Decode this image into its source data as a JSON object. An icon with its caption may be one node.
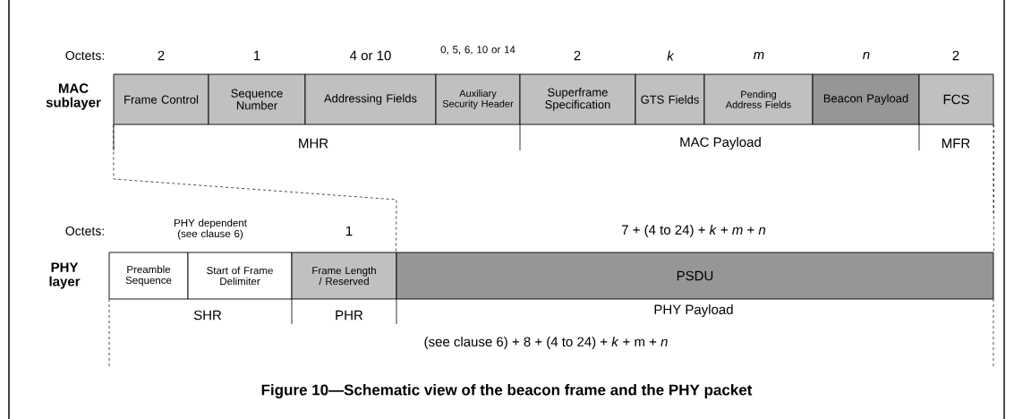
{
  "diagram": {
    "caption": "Figure 10—Schematic view of the beacon frame and the PHY packet",
    "nodes": [
      {
        "text": [
          "Frame Control"
        ]
      },
      {
        "text": [
          "Sequence Number"
        ]
      },
      {
        "text": [
          "Addressing Fields"
        ]
      },
      {
        "text": [
          "Auxiliary Security Header"
        ]
      },
      {
        "text": [
          "Superframe Specification"
        ]
      },
      {
        "text": [
          "GTS Fields"
        ]
      },
      {
        "text": [
          "Pending Address Fields"
        ]
      },
      {
        "text": [
          "Beacon Payload"
        ]
      },
      {
        "text": [
          "FCS"
        ]
      },
      {
        "text": [
          "Preamble Sequence"
        ]
      },
      {
        "text": [
          "Start of Frame Delimiter"
        ]
      },
      {
        "text": [
          "Frame Length / Reserved"
        ]
      },
      {
        "text": [
          "PSDU"
        ]
      }
    ],
    "edges": [
      {
        "from": 0,
        "to": 12,
        "arrow": "none",
        "style": "dashed"
      },
      {
        "from": 8,
        "to": 12,
        "arrow": "none",
        "style": "dashed"
      }
    ],
    "labels": [
      "Octets:",
      "2",
      "1",
      "4 or 10",
      "0, 5, 6, 10 or 14",
      "2",
      "k",
      "m",
      "n",
      "2",
      "MAC sublayer",
      "MHR",
      "MAC Payload",
      "MFR",
      "Octets:",
      "PHY dependent (see clause 6)",
      "1",
      "7 + (4 to 24) + *k* + *m* + *n*",
      "PHY layer",
      "SHR",
      "PHR",
      "PHY Payload",
      "(see clause 6) + 8 + (4 to 24) + *k* + m + *n*"
    ]
  }
}
